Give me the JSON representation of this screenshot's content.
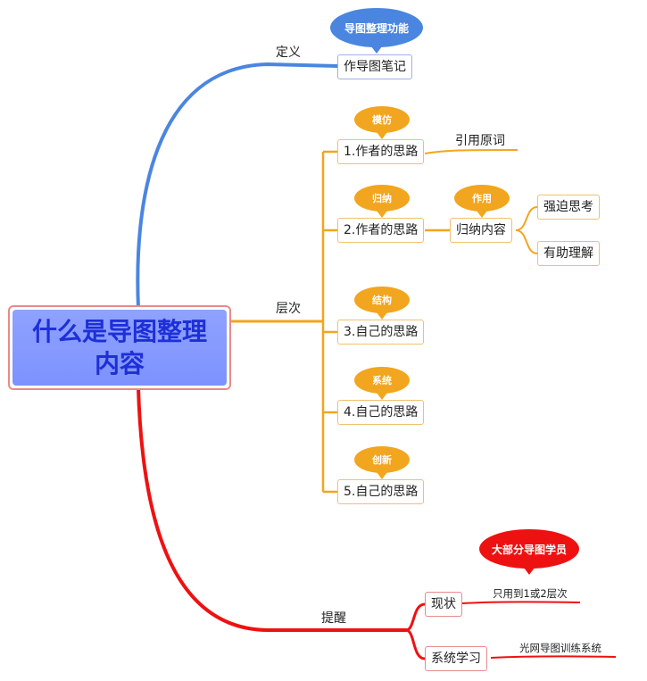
{
  "root": {
    "title": "什么是导图整理内容"
  },
  "branches": {
    "definition": {
      "label": "定义",
      "node": "作导图笔记",
      "bubble": "导图整理功能"
    },
    "levels": {
      "label": "层次",
      "items": [
        {
          "node": "1.作者的思路",
          "bubble": "模仿",
          "note": "引用原词"
        },
        {
          "node": "2.作者的思路",
          "bubble": "归纳",
          "child": {
            "node": "归纳内容",
            "bubble": "作用",
            "children": [
              "强迫思考",
              "有助理解"
            ]
          }
        },
        {
          "node": "3.自己的思路",
          "bubble": "结构"
        },
        {
          "node": "4.自己的思路",
          "bubble": "系统"
        },
        {
          "node": "5.自己的思路",
          "bubble": "创新"
        }
      ]
    },
    "reminder": {
      "label": "提醒",
      "items": [
        {
          "node": "现状",
          "bubble": "大部分导图学员",
          "note": "只用到1或2层次"
        },
        {
          "node": "系统学习",
          "note": "光网导图训练系统"
        }
      ]
    }
  },
  "colors": {
    "definition": "#4a86e0",
    "levels": "#f2a51e",
    "reminder": "#ee1111"
  }
}
